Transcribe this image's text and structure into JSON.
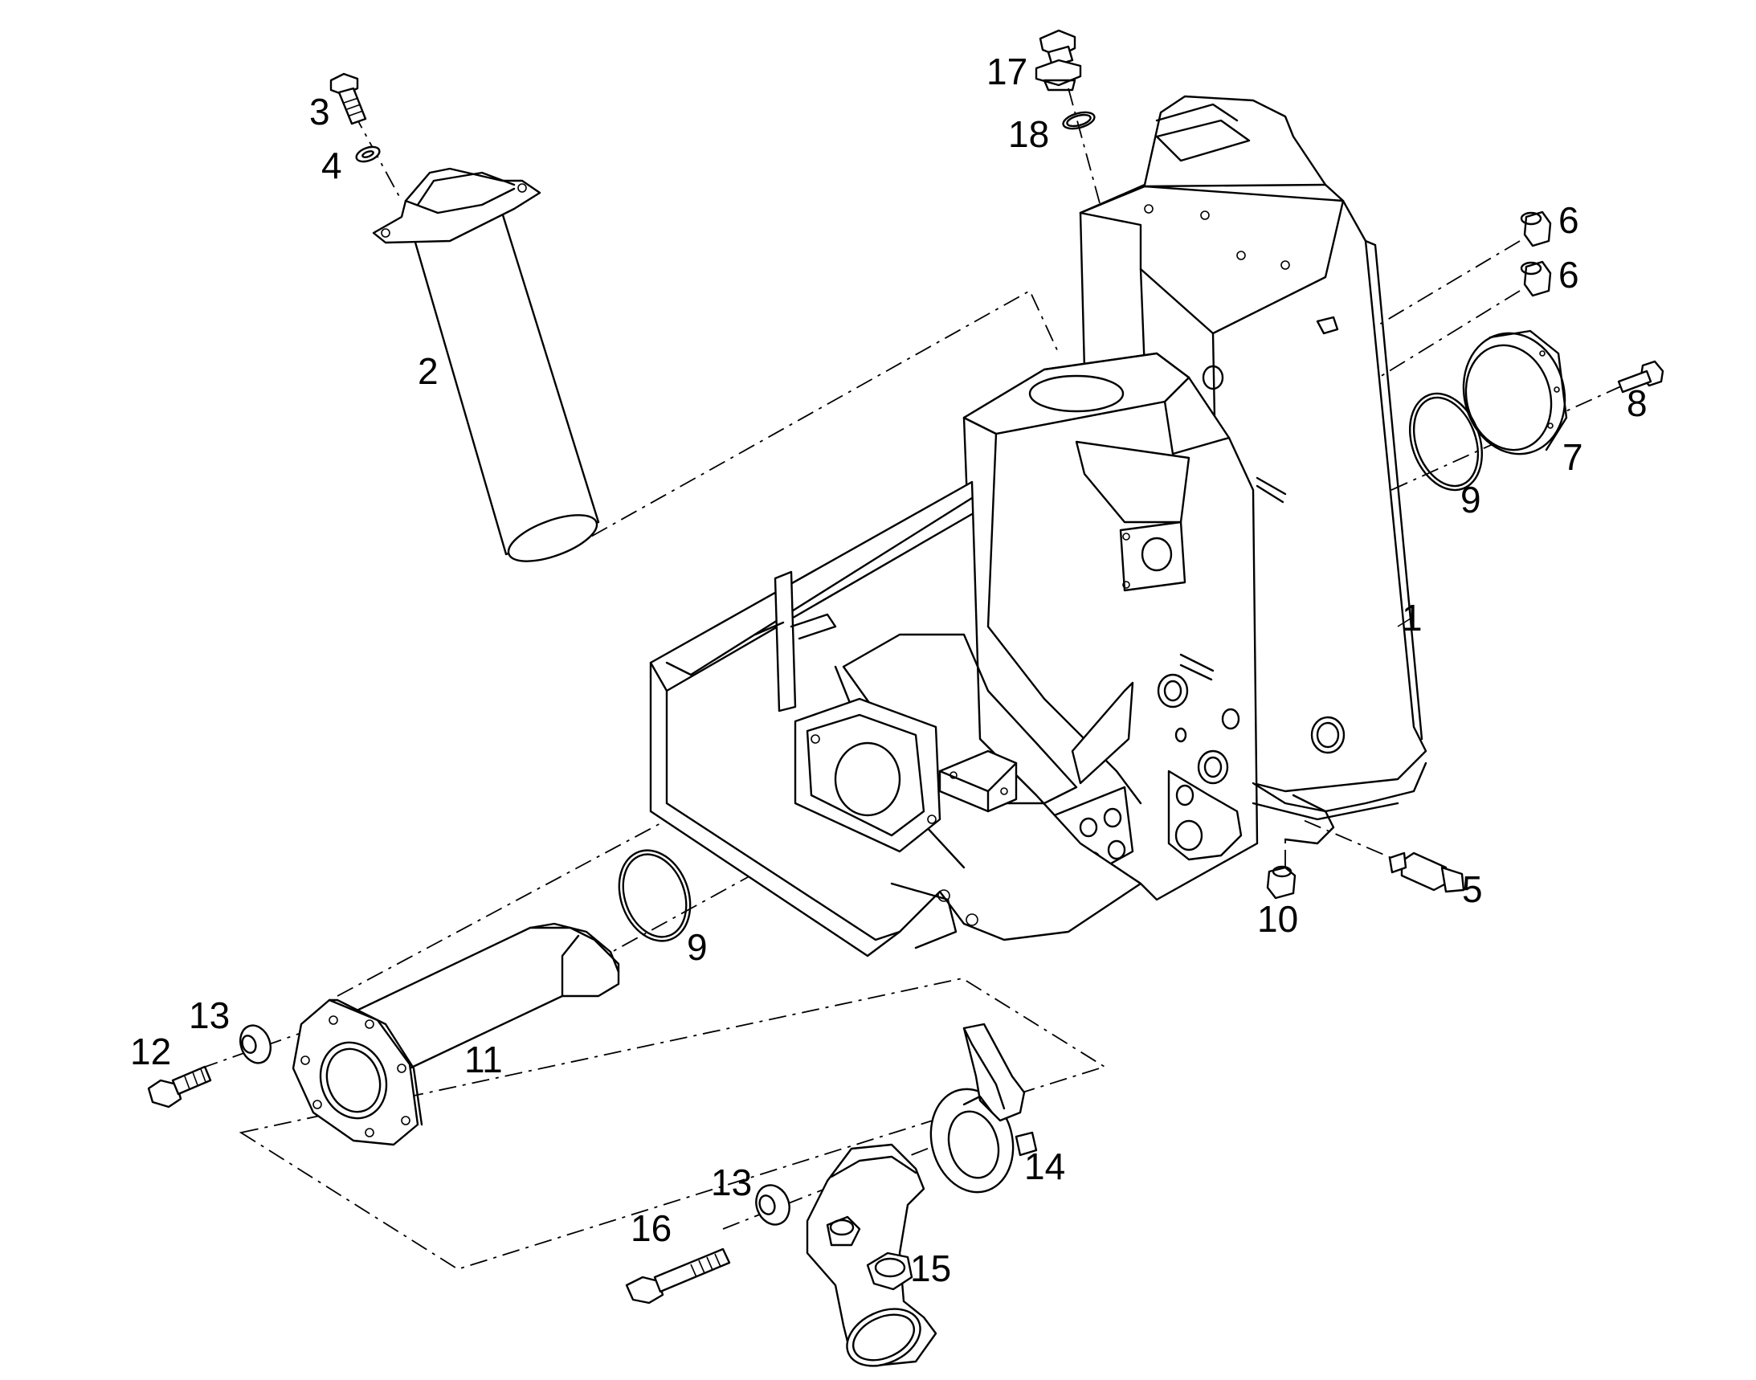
{
  "callouts": [
    {
      "id": "c1",
      "label": "1"
    },
    {
      "id": "c2",
      "label": "2"
    },
    {
      "id": "c3",
      "label": "3"
    },
    {
      "id": "c4",
      "label": "4"
    },
    {
      "id": "c5",
      "label": "5"
    },
    {
      "id": "c6a",
      "label": "6"
    },
    {
      "id": "c6b",
      "label": "6"
    },
    {
      "id": "c7",
      "label": "7"
    },
    {
      "id": "c8",
      "label": "8"
    },
    {
      "id": "c9a",
      "label": "9"
    },
    {
      "id": "c9b",
      "label": "9"
    },
    {
      "id": "c10",
      "label": "10"
    },
    {
      "id": "c11",
      "label": "11"
    },
    {
      "id": "c12",
      "label": "12"
    },
    {
      "id": "c13a",
      "label": "13"
    },
    {
      "id": "c13b",
      "label": "13"
    },
    {
      "id": "c14",
      "label": "14"
    },
    {
      "id": "c15",
      "label": "15"
    },
    {
      "id": "c16",
      "label": "16"
    },
    {
      "id": "c17",
      "label": "17"
    },
    {
      "id": "c18",
      "label": "18"
    }
  ]
}
